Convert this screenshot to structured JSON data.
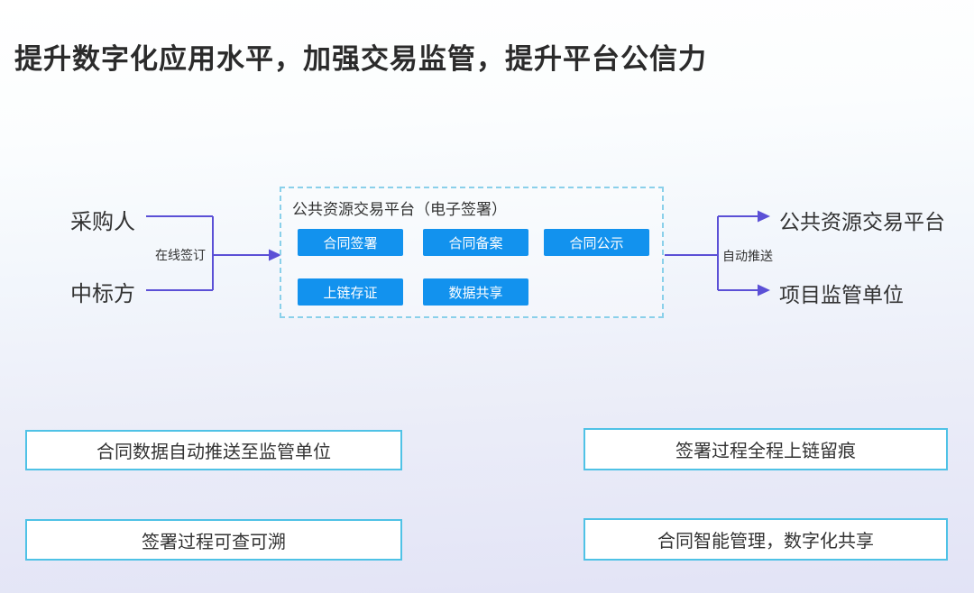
{
  "title": "提升数字化应用水平，加强交易监管，提升平台公信力",
  "flow": {
    "left_parties": [
      {
        "label": "采购人"
      },
      {
        "label": "中标方"
      }
    ],
    "left_edge_label": "在线签订",
    "platform": {
      "title": "公共资源交易平台（电子签署）",
      "buttons": [
        {
          "label": "合同签署"
        },
        {
          "label": "合同备案"
        },
        {
          "label": "合同公示"
        },
        {
          "label": "上链存证"
        },
        {
          "label": "数据共享"
        }
      ]
    },
    "right_edge_label": "自动推送",
    "right_targets": [
      {
        "label": "公共资源交易平台"
      },
      {
        "label": "项目监管单位"
      }
    ]
  },
  "features": [
    {
      "text": "合同数据自动推送至监管单位"
    },
    {
      "text": "签署过程全程上链留痕"
    },
    {
      "text": "签署过程可查可溯"
    },
    {
      "text": "合同智能管理，数字化共享"
    }
  ],
  "colors": {
    "accent_blue": "#1292ee",
    "connector_purple": "#5b50d6",
    "dashed_border": "#8ad0ea",
    "solid_border": "#4fc2e6",
    "text_dark": "#333333",
    "title_color": "#2b2b2b"
  }
}
